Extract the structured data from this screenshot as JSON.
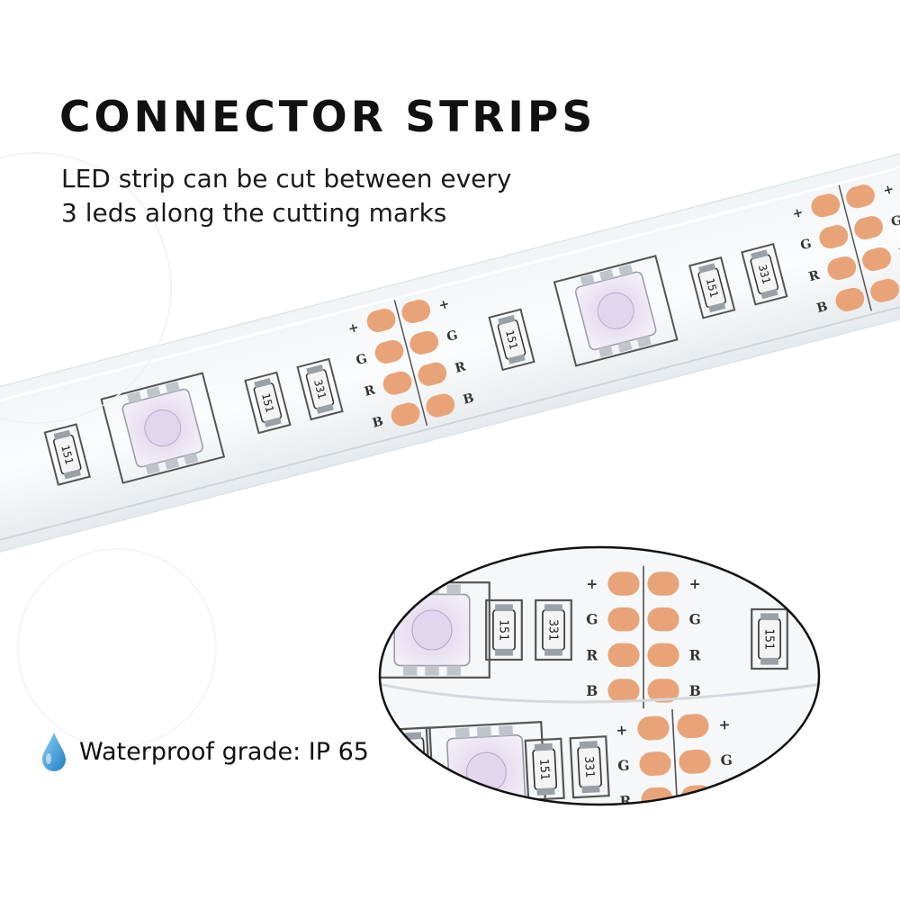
{
  "headline": "CONNECTOR STRIPS",
  "description": {
    "line1": "LED strip can be cut between every",
    "line2": "3 leds along the cutting marks"
  },
  "waterproof": {
    "icon": "water-drop-icon",
    "label": "Waterproof grade: IP 65"
  },
  "strip": {
    "pad_labels": [
      "+",
      "G",
      "R",
      "B"
    ],
    "resistor_labels": [
      "151",
      "331"
    ]
  },
  "colors": {
    "pad": "#e8a478",
    "drop": "#3aa0e0",
    "headline": "#111111"
  }
}
